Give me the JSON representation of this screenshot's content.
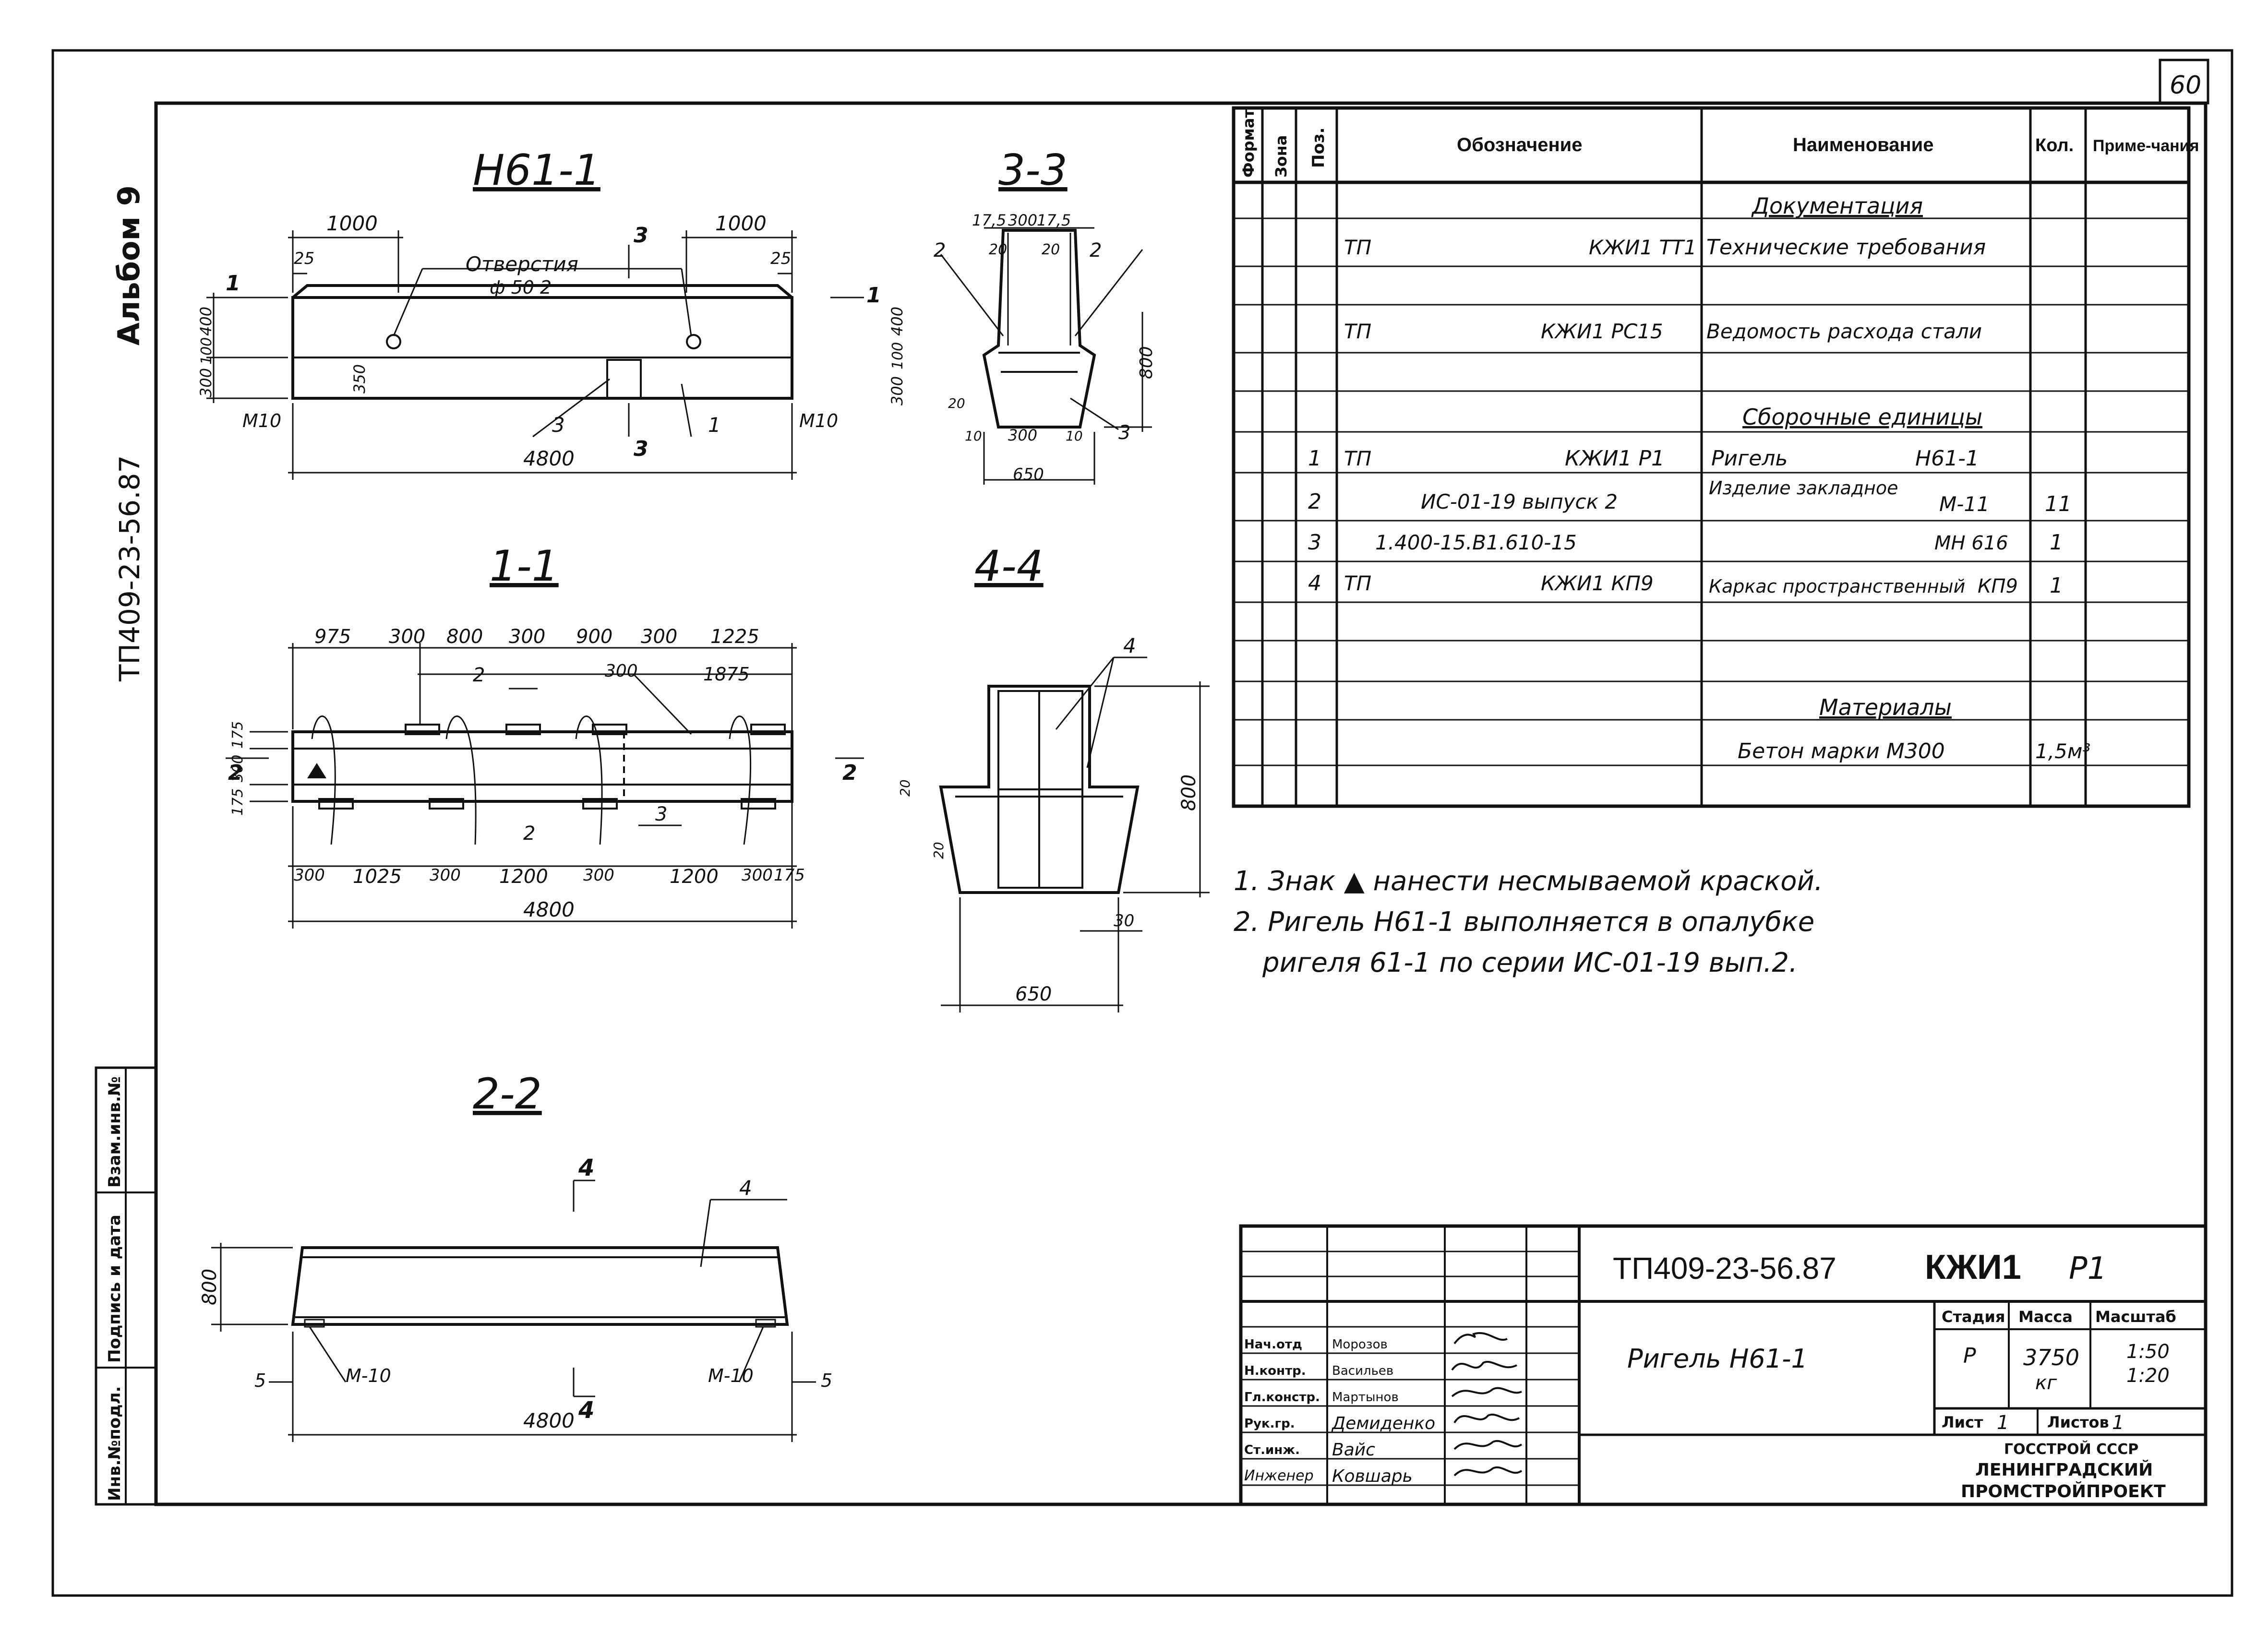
{
  "sheet_number": "60",
  "left_margin": {
    "album": "Альбом 9",
    "code": "ТП409-23-56.87",
    "stamp": [
      "Инв.№подл.",
      "Подпись и дата",
      "Взам.инв.№"
    ]
  },
  "views": {
    "nb": {
      "title": "Н61-1",
      "dims": [
        "1000",
        "1000",
        "25",
        "25",
        "400",
        "300",
        "100",
        "350",
        "4800"
      ],
      "labels": {
        "holes": "Отверстия",
        "holes_d": "ф 50  2",
        "m10": "М10",
        "m10r": "М10",
        "p3": "3",
        "p1": "1",
        "c3": "3",
        "c3b": "3",
        "c1": "1",
        "c1b": "1"
      }
    },
    "s33": {
      "title": "3-3",
      "dims": [
        "17,5",
        "300",
        "17,5",
        "20",
        "20",
        "400",
        "100",
        "300",
        "800",
        "300",
        "10",
        "10",
        "650",
        "20"
      ],
      "labels": {
        "p2a": "2",
        "p2b": "2",
        "p3": "3"
      }
    },
    "s11": {
      "title": "1-1",
      "top_dims": [
        "975",
        "300",
        "800",
        "300",
        "900",
        "300",
        "1225"
      ],
      "dims2": [
        "300",
        "1875"
      ],
      "bottom_dims": [
        "300",
        "1025",
        "300",
        "1200",
        "300",
        "1200",
        "300",
        "175"
      ],
      "total": "4800",
      "left_dims": [
        "175",
        "300",
        "175"
      ],
      "labels": {
        "p2a": "2",
        "p2b": "2",
        "p3": "3",
        "c2": "2",
        "c2b": "2"
      }
    },
    "s44": {
      "title": "4-4",
      "dims": [
        "800",
        "20",
        "20",
        "30",
        "650"
      ],
      "labels": {
        "p4": "4"
      }
    },
    "s22": {
      "title": "2-2",
      "dims": [
        "800",
        "4800",
        "5",
        "5"
      ],
      "labels": {
        "p4": "4",
        "m10a": "М-10",
        "m10b": "М-10",
        "c4a": "4",
        "c4b": "4"
      }
    }
  },
  "spec_table": {
    "headers": {
      "format": "Формат",
      "zone": "Зона",
      "pos": "Поз.",
      "designation": "Обозначение",
      "name": "Наименование",
      "qty": "Кол.",
      "note": "Приме-чания"
    },
    "sections": {
      "docs": "Документация",
      "assembly": "Сборочные единицы",
      "materials": "Материалы"
    },
    "rows": [
      {
        "pos": "",
        "des_a": "ТП",
        "des_b": "КЖИ1 ТТ1",
        "name": "Технические требования",
        "qty": ""
      },
      {
        "pos": "",
        "des_a": "ТП",
        "des_b": "КЖИ1 РС15",
        "name": "Ведомость расхода стали",
        "qty": ""
      },
      {
        "pos": "1",
        "des_a": "ТП",
        "des_b": "КЖИ1 Р1",
        "name": "Ригель",
        "name_b": "Н61-1",
        "qty": ""
      },
      {
        "pos": "2",
        "des_a": "",
        "des_b": "ИС-01-19 выпуск 2",
        "name": "Изделие закладное",
        "name_b": "М-11",
        "qty": "11"
      },
      {
        "pos": "3",
        "des_a": "",
        "des_b": "1.400-15.В1.610-15",
        "name": "",
        "name_b": "МН 616",
        "qty": "1"
      },
      {
        "pos": "4",
        "des_a": "ТП",
        "des_b": "КЖИ1 КП9",
        "name": "Каркас пространственный",
        "name_b": "КП9",
        "qty": "1"
      },
      {
        "pos": "",
        "des_a": "",
        "des_b": "",
        "name": "Бетон марки М300",
        "qty": "1,5м³"
      }
    ]
  },
  "notes": [
    "1. Знак ▲ нанести несмываемой краской.",
    "2. Ригель Н61-1 выполняется в опалубке",
    "ригеля 61-1 по серии ИС-01-19 вып.2."
  ],
  "title_block": {
    "code": "ТП409-23-56.87",
    "mark": "КЖИ1",
    "sheet_code": "Р1",
    "name": "Ригель Н61-1",
    "stage_label": "Стадия",
    "mass_label": "Масса",
    "scale_label": "Масштаб",
    "stage": "Р",
    "mass": "3750",
    "mass_unit": "кг",
    "scales": [
      "1:50",
      "1:20"
    ],
    "sheet_label": "Лист",
    "sheet": "1",
    "sheets_label": "Листов",
    "sheets": "1",
    "org": [
      "ГОССТРОЙ СССР",
      "ЛЕНИНГРАДСКИЙ",
      "ПРОМСТРОЙПРОЕКТ"
    ],
    "signers": [
      {
        "role": "Нач.отд",
        "name": "Морозов"
      },
      {
        "role": "Н.контр.",
        "name": "Васильев"
      },
      {
        "role": "Гл.констр.",
        "name": "Мартынов"
      },
      {
        "role": "Рук.гр.",
        "name": "Демиденко"
      },
      {
        "role": "Ст.инж.",
        "name": "Вайс"
      },
      {
        "role": "Инженер",
        "name": "Ковшарь"
      }
    ]
  }
}
